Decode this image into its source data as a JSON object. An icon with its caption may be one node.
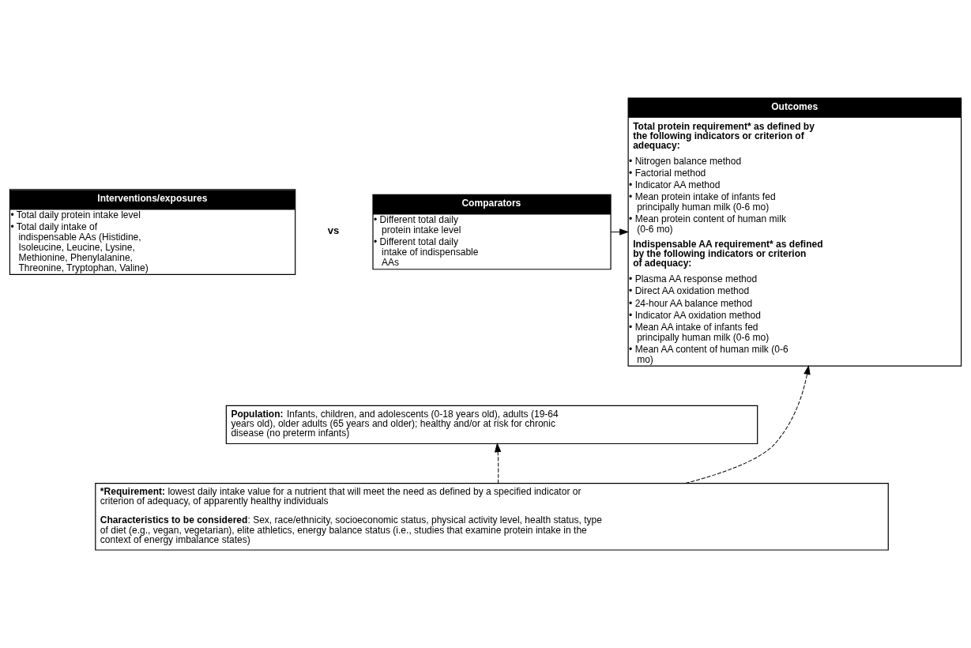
{
  "diagram": {
    "nodes": [
      {
        "text": [
          "Interventions/exposures",
          "• Total daily protein intake level",
          "• Total daily intake of indispensable AAs (Histidine, Isoleucine, Leucine, Lysine, Methionine, Phenylalanine, Threonine, Tryptophan, Valine)"
        ]
      },
      {
        "text": [
          "Comparators",
          "• Different total daily protein intake level",
          "• Different total daily intake of indispensable AAs"
        ]
      },
      {
        "text": [
          "**Population:** Infants, children, and adolescents (0-18 years old), adults (19-64 years old), older adults (65 years and older); healthy and/or at risk for chronic disease (no preterm infants)"
        ]
      },
      {
        "text": [
          "Outcomes",
          "Total protein requirement* as defined by the following indicators or criterion of adequacy:",
          "• Nitrogen balance method",
          "• Factorial method",
          "• Indicator AA method",
          "• Mean protein intake of infants fed principally human milk (0-6 mo)",
          "• Mean protein content of human milk (0-6 mo)",
          "Indispensable AA requirement* as defined by the following indicators or criterion of adequacy:",
          "• Plasma AA response method",
          "• Direct AA oxidation method",
          "• 24-hour AA balance method",
          "• Indicator AA oxidation method",
          "• Mean AA intake of infants fed principally human milk (0-6 mo)",
          "• Mean AA content of human milk (0-6 mo)"
        ]
      },
      {
        "text": [
          "***Requirement:** lowest daily intake value for a nutrient that will meet the need as defined by a specified indicator or criterion of adequacy, of apparently healthy individuals",
          "**Characteristics to be considered**: Sex, race/ethnicity, socioeconomic status, physical activity level, health status, type of diet (e.g., vegan, vegetarian), elite athletics, energy balance status (i.e., studies that examine protein intake in the context of energy imbalance states)"
        ]
      }
    ],
    "edges": [
      {
        "from": 1,
        "to": 3,
        "arrow": "to"
      },
      {
        "from": 4,
        "to": 2,
        "arrow": "to",
        "style": "dashed"
      },
      {
        "from": 4,
        "to": 3,
        "arrow": "to",
        "style": "dashed"
      }
    ],
    "labels": [
      "vs"
    ]
  }
}
